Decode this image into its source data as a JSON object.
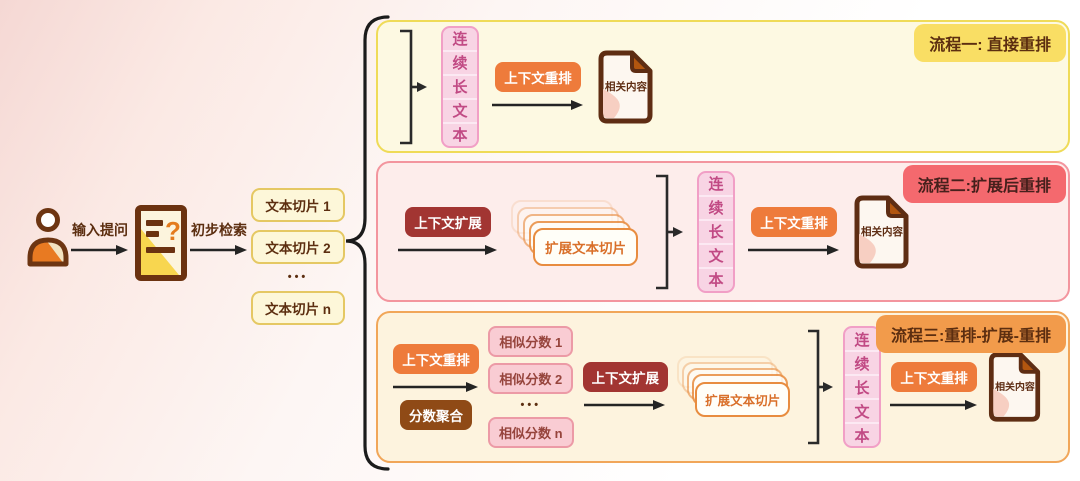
{
  "left_flow": {
    "input_label": "输入提问",
    "retrieval_label": "初步检索",
    "chip_1": "文本切片 1",
    "chip_2": "文本切片 2",
    "chip_n": "文本切片 n",
    "dots": "•••"
  },
  "shared": {
    "vertical_chars": [
      "连",
      "续",
      "长",
      "文",
      "本"
    ],
    "rerank_label": "上下文重排",
    "expand_label": "上下文扩展",
    "aggregate_label": "分数聚合",
    "expanded_card_label": "扩展文本切片",
    "doc_label": "相关内容"
  },
  "panels": {
    "p1": {
      "title": "流程一: 直接重排"
    },
    "p2": {
      "title": "流程二:扩展后重排"
    },
    "p3": {
      "title": "流程三:重排-扩展-重排",
      "score_1": "相似分数 1",
      "score_2": "相似分数 2",
      "score_n": "相似分数 n",
      "dots": "•••"
    }
  },
  "colors": {
    "panel1_bg": "#fdf9e2",
    "panel1_border": "#efdb58",
    "panel1_badge": "#f9de64",
    "panel2_bg": "#fdedeb",
    "panel2_border": "#f3959e",
    "panel2_badge": "#f4696e",
    "panel3_bg": "#fdf3de",
    "panel3_border": "#f1a659",
    "panel3_badge": "#f29b4b",
    "rerank_badge": "#ee7b3b",
    "expand_badge": "#a23532",
    "aggregate_badge": "#8f4a16",
    "pink_stack_bg": "#f8d4e4",
    "pink_stack_text": "#c14a84",
    "score_chip_bg": "#f9ccd3",
    "text_chip_bg": "#fdf7d9",
    "dark_brown_text": "#5c2e10",
    "doc_fold": "#b2560f"
  }
}
